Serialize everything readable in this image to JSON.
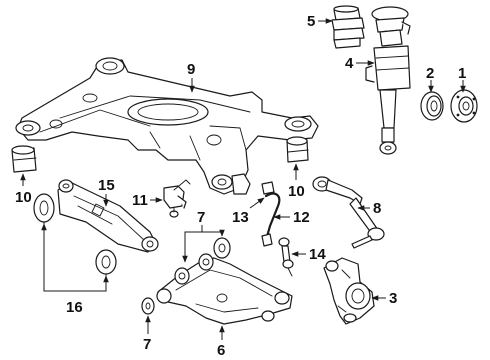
{
  "callouts": {
    "c1": "1",
    "c2": "2",
    "c3": "3",
    "c4": "4",
    "c5": "5",
    "c6": "6",
    "c7a": "7",
    "c7b": "7",
    "c8": "8",
    "c9": "9",
    "c10a": "10",
    "c10b": "10",
    "c11": "11",
    "c12": "12",
    "c13": "13",
    "c14": "14",
    "c15": "15",
    "c16": "16"
  }
}
